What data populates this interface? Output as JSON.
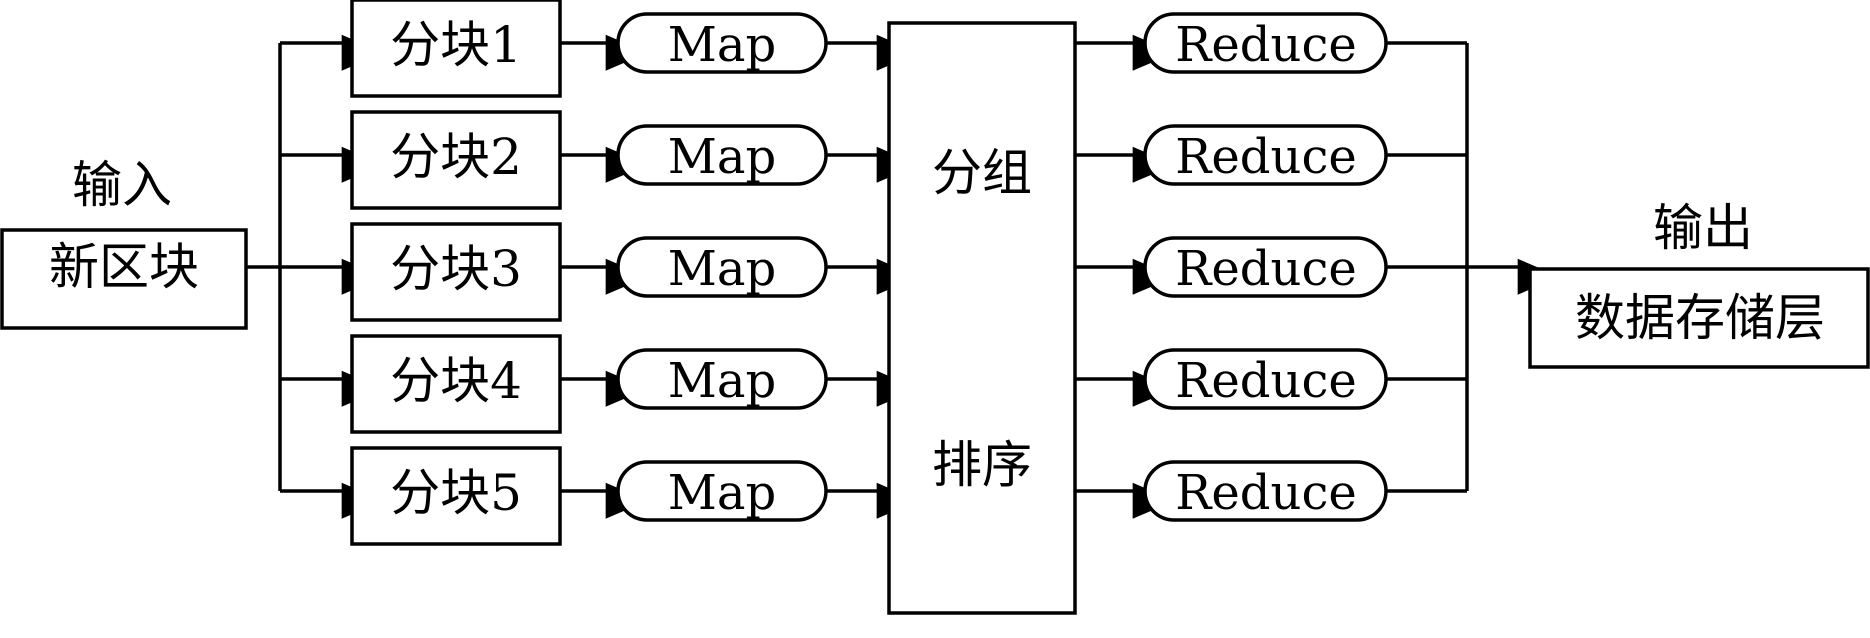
{
  "input_label": "输入",
  "input_node": "新区块",
  "blocks": [
    "分块1",
    "分块2",
    "分块3",
    "分块4",
    "分块5"
  ],
  "map_label": "Map",
  "shuffle": {
    "line1": "分组",
    "line2": "排序"
  },
  "reduce_label": "Reduce",
  "output_label": "输出",
  "output_node": "数据存储层",
  "colors": {
    "stroke": "#000000",
    "fill": "#ffffff"
  }
}
